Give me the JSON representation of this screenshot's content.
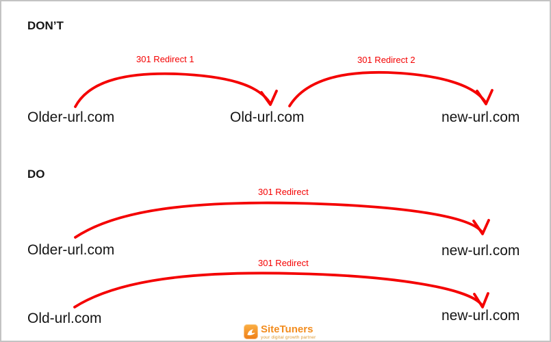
{
  "canvas": {
    "background": "#ffffff",
    "border_color": "#c3c3c3"
  },
  "colors": {
    "arrow_red": "#f40000",
    "text_black": "#151515",
    "logo_orange": "#f28c1e",
    "logo_tagline": "#dd9933"
  },
  "dont_section": {
    "heading": "DON’T",
    "arrow1_label": "301 Redirect 1",
    "arrow2_label": "301 Redirect 2",
    "node_older": "Older-url.com",
    "node_old": "Old-url.com",
    "node_new": "new-url.com"
  },
  "do_section": {
    "heading": "DO",
    "row1_label": "301 Redirect",
    "row2_label": "301 Redirect",
    "row1_from": "Older-url.com",
    "row1_to": "new-url.com",
    "row2_from": "Old-url.com",
    "row2_to": "new-url.com"
  },
  "logo": {
    "name": "SiteTuners",
    "tagline": "your digital growth partner"
  }
}
